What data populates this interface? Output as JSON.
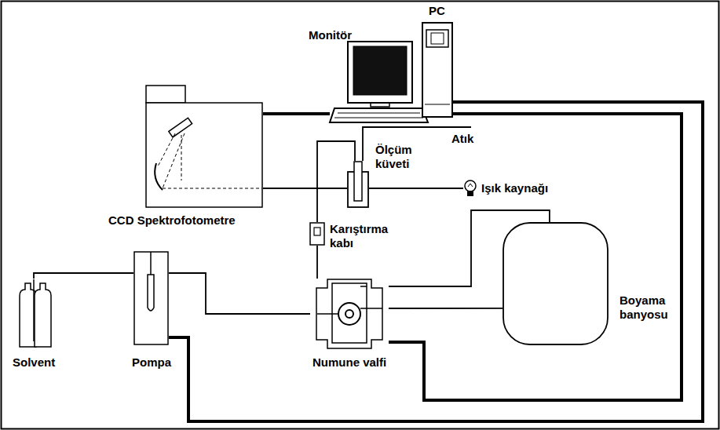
{
  "diagram": {
    "nodes": [
      {
        "text": [
          "Monitör"
        ]
      },
      {
        "text": [
          "PC"
        ]
      },
      {
        "text": [
          "CCD Spektrofotometre"
        ]
      },
      {
        "text": [
          "Ölçüm küveti"
        ]
      },
      {
        "text": [
          "Işık kaynağı"
        ]
      },
      {
        "text": [
          "Karıştırma kabı"
        ]
      },
      {
        "text": [
          "Boyama banyosu"
        ]
      },
      {
        "text": [
          "Solvent"
        ]
      },
      {
        "text": [
          "Pompa"
        ]
      },
      {
        "text": [
          "Numune valfi"
        ]
      }
    ],
    "edges": [
      {
        "from": 2,
        "to": 0,
        "arrow": "none"
      },
      {
        "from": 1,
        "to": 8,
        "arrow": "none"
      },
      {
        "from": 1,
        "to": 9,
        "arrow": "none"
      },
      {
        "from": 3,
        "to": 2,
        "arrow": "none"
      },
      {
        "from": 4,
        "to": 3,
        "arrow": "none"
      },
      {
        "from": 5,
        "to": 3,
        "arrow": "none"
      },
      {
        "from": 9,
        "to": 5,
        "arrow": "none"
      },
      {
        "from": 7,
        "to": 8,
        "arrow": "none"
      },
      {
        "from": 8,
        "to": 9,
        "arrow": "none"
      },
      {
        "from": 9,
        "to": 6,
        "arrow": "none"
      },
      {
        "from": 9,
        "to": 6,
        "arrow": "none"
      }
    ],
    "labels": [
      "Atık"
    ]
  }
}
